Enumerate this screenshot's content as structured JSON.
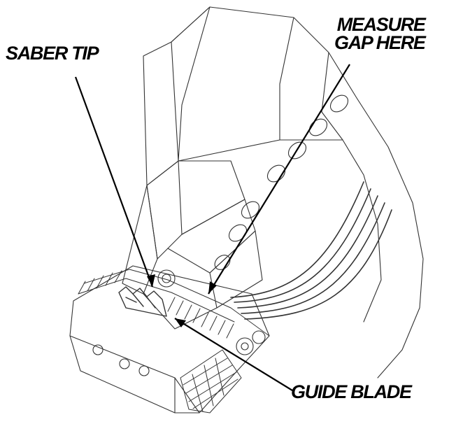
{
  "callouts": {
    "saber_tip": "SABER TIP",
    "measure_gap": {
      "line1": "MEASURE",
      "line2": "GAP HERE"
    },
    "guide_blade": "GUIDE BLADE"
  }
}
